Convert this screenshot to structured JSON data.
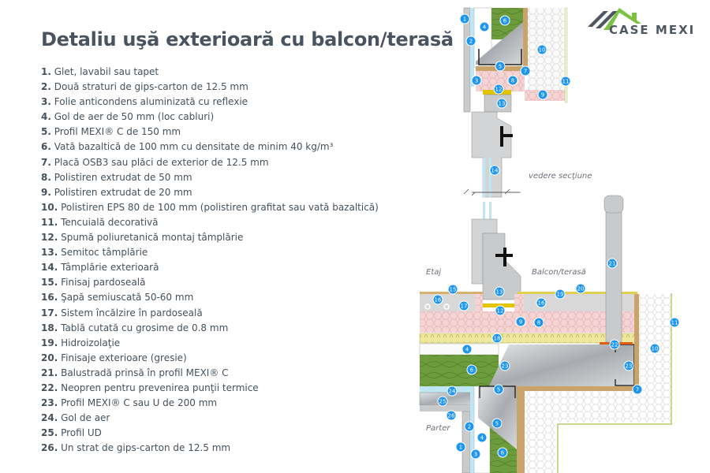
{
  "title": "Detaliu uşă exterioară cu balcon/terasă",
  "logo": {
    "text": "CASE MEXI",
    "registered": "®",
    "colors": {
      "green": "#7cc242",
      "gray": "#4f5862"
    }
  },
  "legend": [
    {
      "num": "1.",
      "text": "Glet, lavabil sau tapet"
    },
    {
      "num": "2.",
      "text": "Două straturi de gips-carton de 12.5 mm"
    },
    {
      "num": "3.",
      "text": "Folie anticondens aluminizată cu reflexie"
    },
    {
      "num": "4.",
      "text": "Gol de aer de 50 mm (loc cabluri)"
    },
    {
      "num": "5.",
      "text": "Profil MEXI® C de 150 mm"
    },
    {
      "num": "6.",
      "text": "Vată bazaltică de 100 mm cu densitate de minim 40 kg/m³"
    },
    {
      "num": "7.",
      "text": "Placă OSB3 sau plăci de exterior de 12.5 mm"
    },
    {
      "num": "8.",
      "text": "Polistiren extrudat de 50 mm"
    },
    {
      "num": "9.",
      "text": "Polistiren extrudat de 20 mm"
    },
    {
      "num": "10.",
      "text": "Polistiren EPS 80 de 100 mm (polistiren grafitat sau vată bazaltică)"
    },
    {
      "num": "11.",
      "text": "Tencuială decorativă"
    },
    {
      "num": "12.",
      "text": "Spumă poliuretanică montaj tâmplărie"
    },
    {
      "num": "13.",
      "text": "Semitoc tâmplărie"
    },
    {
      "num": "14.",
      "text": "Tâmplărie exterioară"
    },
    {
      "num": "15.",
      "text": "Finisaj pardoseală"
    },
    {
      "num": "16.",
      "text": "Şapă semiuscată 50-60 mm"
    },
    {
      "num": "17.",
      "text": "Sistem încălzire în pardoseală"
    },
    {
      "num": "18.",
      "text": "Tablă cutată cu grosime de 0.8 mm"
    },
    {
      "num": "19.",
      "text": "Hidroizolaţie"
    },
    {
      "num": "20.",
      "text": "Finisaje exterioare (gresie)"
    },
    {
      "num": "21.",
      "text": "Balustradă prinsă în profil MEXI® C"
    },
    {
      "num": "22.",
      "text": "Neopren pentru prevenirea punţii termice"
    },
    {
      "num": "23.",
      "text": "Profil MEXI® C sau U de 200 mm"
    },
    {
      "num": "24.",
      "text": "Gol de aer"
    },
    {
      "num": "25.",
      "text": "Profil UD"
    },
    {
      "num": "26.",
      "text": "Un strat de gips-carton de 12.5 mm"
    }
  ],
  "diagram": {
    "labels": {
      "section": "vedere secţiune",
      "upper": "Etaj",
      "balcony": "Balcon/terasă",
      "lower": "Parter"
    },
    "markers": [
      "1",
      "2",
      "3",
      "4",
      "5",
      "6",
      "7",
      "8",
      "9",
      "10",
      "11",
      "12",
      "13",
      "14",
      "15",
      "16",
      "17",
      "18",
      "19",
      "20",
      "21",
      "22",
      "23",
      "24",
      "25",
      "26"
    ],
    "colors": {
      "marker": "#1e96f0",
      "wool": "#6a9a3a",
      "xps": "#f2d0d0",
      "osb": "#c9a36a",
      "eps": "#f7f7f7",
      "steel": "#b8bcc0",
      "screed": "#d8d8d8",
      "deck": "#ede79a"
    }
  }
}
